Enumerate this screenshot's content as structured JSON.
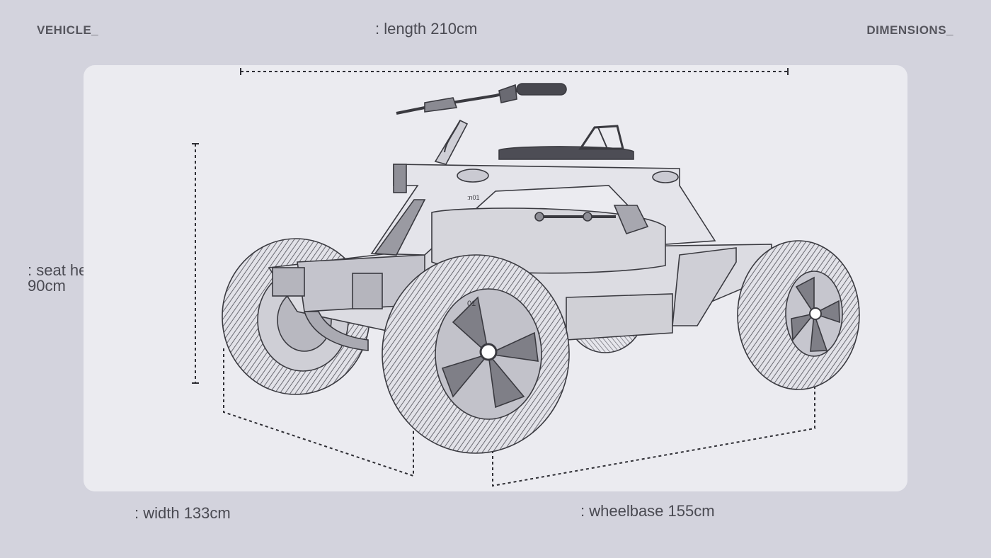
{
  "header": {
    "left_label": "VEHICLE_",
    "right_label": "DIMENSIONS_"
  },
  "dimensions": {
    "length": ": length 210cm",
    "seat_height_line1": ": seat height",
    "seat_height_line2": "90cm",
    "width": ": width 133cm",
    "wheelbase": ": wheelbase 155cm"
  },
  "vehicle": {
    "stencil_text": ":n01",
    "wheel_mark": "01"
  },
  "colors": {
    "background": "#d3d3dd",
    "panel": "#ebebf0",
    "text": "#4a4a52",
    "sketch_line": "#3a3a40"
  }
}
